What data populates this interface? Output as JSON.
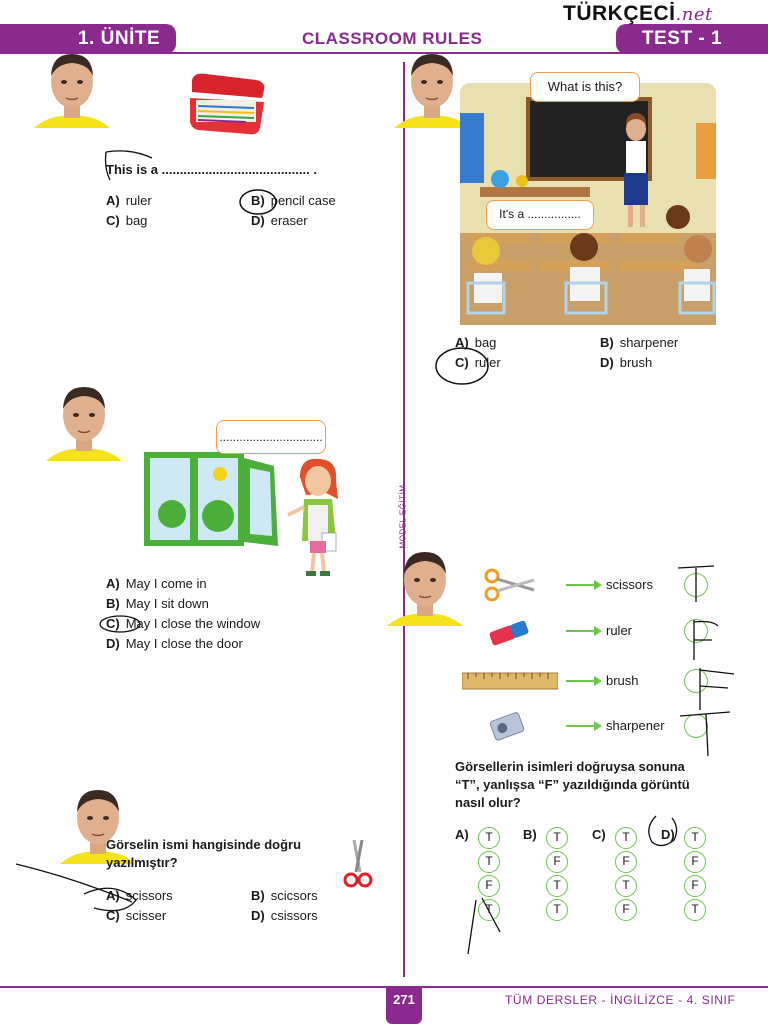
{
  "header": {
    "unit": "1. ÜNİTE",
    "title": "CLASSROOM RULES",
    "test": "TEST - 1",
    "logo_main": "TÜRKÇECİ",
    "logo_suffix": ".net"
  },
  "side_text": "MODEL EĞİTİM",
  "q1": {
    "prompt": "This is a ......................................... .",
    "options": [
      {
        "letter": "A)",
        "text": "ruler"
      },
      {
        "letter": "B)",
        "text": "pencil case"
      },
      {
        "letter": "C)",
        "text": "bag"
      },
      {
        "letter": "D)",
        "text": "eraser"
      }
    ]
  },
  "q2": {
    "bubble_top": "What is this?",
    "bubble_bottom": "It's a ................",
    "options": [
      {
        "letter": "A)",
        "text": "bag"
      },
      {
        "letter": "B)",
        "text": "sharpener"
      },
      {
        "letter": "C)",
        "text": "ruler"
      },
      {
        "letter": "D)",
        "text": "brush"
      }
    ]
  },
  "q3": {
    "bubble": "...............................",
    "options": [
      {
        "letter": "A)",
        "text": "May I come in"
      },
      {
        "letter": "B)",
        "text": "May I sit down"
      },
      {
        "letter": "C)",
        "text": "May I close the window"
      },
      {
        "letter": "D)",
        "text": "May I close the door"
      }
    ]
  },
  "q4": {
    "items": [
      {
        "icon": "scissors-icon",
        "label": "scissors"
      },
      {
        "icon": "eraser-icon",
        "label": "ruler"
      },
      {
        "icon": "ruler-icon",
        "label": "brush"
      },
      {
        "icon": "sharpener-icon",
        "label": "sharpener"
      }
    ],
    "prompt_line1": "Görsellerin isimleri doğruysa sonuna",
    "prompt_line2": "“T”, yanlışsa “F” yazıldığında görüntü",
    "prompt_line3": "nasıl olur?",
    "answers": [
      {
        "letter": "A)",
        "values": [
          "T",
          "T",
          "F",
          "T"
        ]
      },
      {
        "letter": "B)",
        "values": [
          "T",
          "F",
          "T",
          "T"
        ]
      },
      {
        "letter": "C)",
        "values": [
          "T",
          "F",
          "T",
          "F"
        ]
      },
      {
        "letter": "D)",
        "values": [
          "T",
          "F",
          "F",
          "T"
        ]
      }
    ]
  },
  "q5": {
    "prompt_line1": "Görselin ismi hangisinde doğru",
    "prompt_line2": "yazılmıştır?",
    "options": [
      {
        "letter": "A)",
        "text": "scissors"
      },
      {
        "letter": "B)",
        "text": "scicsors"
      },
      {
        "letter": "C)",
        "text": "scisser"
      },
      {
        "letter": "D)",
        "text": "csissors"
      }
    ]
  },
  "footer": {
    "page": "271",
    "text": "TÜM DERSLER - İNGİLİZCE - 4. SINIF"
  }
}
